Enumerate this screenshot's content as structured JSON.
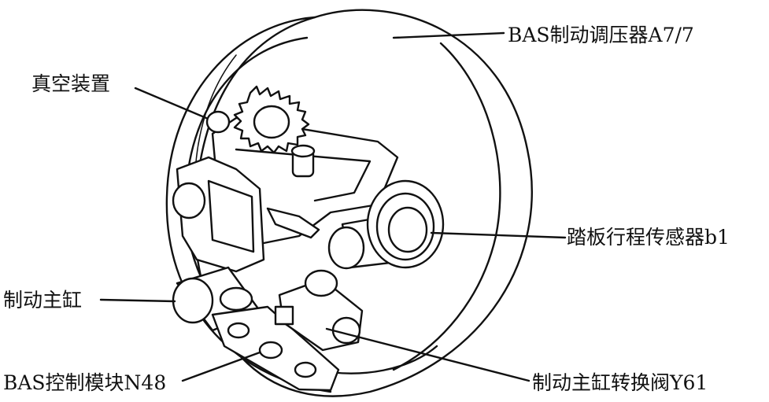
{
  "labels": {
    "regulator": "BAS制动调压器A7/7",
    "vacuum": "真空装置",
    "pedal_sensor": "踏板行程传感器b1",
    "master_cylinder": "制动主缸",
    "control_module": "BAS控制模块N48",
    "switch_valve": "制动主缸转换阀Y61"
  },
  "colors": {
    "line": "#111111",
    "fill": "#ffffff",
    "text": "#111111"
  }
}
